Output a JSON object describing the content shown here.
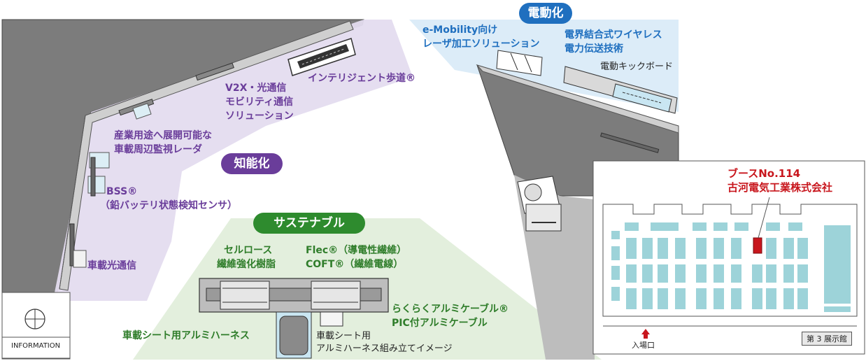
{
  "zones": {
    "chinou": "知能化",
    "dendou": "電動化",
    "sustainable": "サステナブル"
  },
  "labels": {
    "intelligent_walkway": "インテリジェント歩道®",
    "v2x": [
      "V2X・光通信",
      "モビリティ通信",
      "ソリューション"
    ],
    "radar": [
      "産業用途へ展開可能な",
      "車載周辺監視レーダ"
    ],
    "bss": [
      "BSS®",
      "（鉛バッテリ状態検知センサ）"
    ],
    "optical_comm": "車載光通信",
    "emobility": [
      "e-Mobility向け",
      "レーザ加工ソリューション"
    ],
    "wireless": [
      "電界結合式ワイヤレス",
      "電力伝送技術"
    ],
    "kickboard": "電動キックボード",
    "cellulose": [
      "セルロース",
      "繊維強化樹脂"
    ],
    "flec": [
      "Flec®（導電性繊維）",
      "COFT®（繊維電線）"
    ],
    "rakuraku": [
      "らくらくアルミケーブル®",
      "PIC付アルミケーブル"
    ],
    "seat_harness": "車載シート用アルミハーネス",
    "harness_image": [
      "車載シート用",
      "アルミハーネス組み立てイメージ"
    ],
    "information": "INFORMATION"
  },
  "floor_map": {
    "booth_line1": "ブースNo.114",
    "booth_line2": "古河電気工業株式会社",
    "entrance": "入場口",
    "hall": "第 3 展示館"
  },
  "colors": {
    "purple_zone": "#e4dcef",
    "purple_pill": "#6a3d9a",
    "blue_zone": "#dcecf8",
    "blue_pill": "#1f6fbf",
    "green_zone": "#e3efdd",
    "green_pill": "#2e8b2e",
    "booth_highlight": "#c8161d",
    "booth_blocks": "#9dd3d9",
    "floor": "#7a7a7a"
  }
}
